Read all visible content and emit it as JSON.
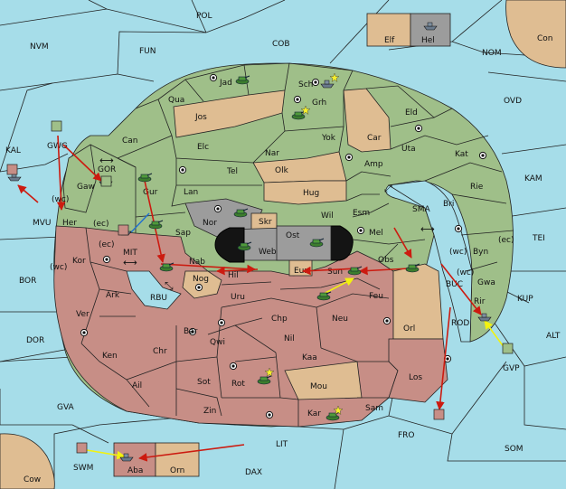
{
  "map": {
    "colors": {
      "sea": "#a6dde9",
      "green_power": "#9fbf89",
      "red_power": "#c78e86",
      "neutral": "#dfbd92",
      "gray": "#9c9c9c",
      "move_order": "#cc1b10",
      "support_order": "#f2f20f"
    },
    "sea_labels": {
      "pol": "POL",
      "nvm": "NVM",
      "fun": "FUN",
      "cob": "COB",
      "nom": "NOM",
      "con": "Con",
      "ovd": "OVD",
      "kam": "KAM",
      "kal": "KAL",
      "gor": "GOR",
      "mvu": "MVU",
      "mit": "MIT",
      "sma": "SMA",
      "tei": "TEI",
      "bor": "BOR",
      "rbu": "RBU",
      "buc": "BUC",
      "kup": "KUP",
      "dor": "DOR",
      "rod": "ROD",
      "alt": "ALT",
      "gva": "GVA",
      "fro": "FRO",
      "som": "SOM",
      "lit": "LIT",
      "swm": "SWM",
      "dax": "DAX",
      "cow": "Cow",
      "gvp": "GVP",
      "gwg": "GWG"
    },
    "land_labels": {
      "elf": "Elf",
      "hel": "Hel",
      "jad": "Jad",
      "sch": "Sch",
      "qua": "Qua",
      "jos": "Jos",
      "grh": "Grh",
      "eld": "Eld",
      "can": "Can",
      "yok": "Yok",
      "car": "Car",
      "uta": "Uta",
      "elc": "Elc",
      "nar": "Nar",
      "kat": "Kat",
      "tel": "Tel",
      "olk": "Olk",
      "amp": "Amp",
      "rie": "Rie",
      "gaw": "Gaw",
      "gur": "Gur",
      "lan": "Lan",
      "hug": "Hug",
      "bri": "Bri",
      "nor": "Nor",
      "skr": "Skr",
      "ost": "Ost",
      "wil": "Wil",
      "esm": "Esm",
      "sap": "Sap",
      "web": "Web",
      "mel": "Mel",
      "her": "Her",
      "byn": "Byn",
      "kor": "Kor",
      "nab": "Nab",
      "hil": "Hil",
      "eun": "Eun",
      "sun": "Sun",
      "obs": "Obs",
      "nog": "Nog",
      "gwa": "Gwa",
      "rir": "Rir",
      "ark": "Ark",
      "uru": "Uru",
      "feu": "Feu",
      "ver": "Ver",
      "chp": "Chp",
      "neu": "Neu",
      "orl": "Orl",
      "bar": "Bar",
      "qwi": "Qwi",
      "nil": "Nil",
      "ken": "Ken",
      "chr": "Chr",
      "kaa": "Kaa",
      "ail": "Ail",
      "sot": "Sot",
      "rot": "Rot",
      "mou": "Mou",
      "los": "Los",
      "zin": "Zin",
      "kar": "Kar",
      "sam": "Sam",
      "aba": "Aba",
      "orn": "Orn"
    },
    "coast_labels": {
      "her_wc": "(wc)",
      "her_ec": "(ec)",
      "kor_ec": "(ec)",
      "kor_wc": "(wc)",
      "byn_wc": "(wc)",
      "byn_ec": "(ec)",
      "gwa_wc": "(wc)"
    }
  }
}
